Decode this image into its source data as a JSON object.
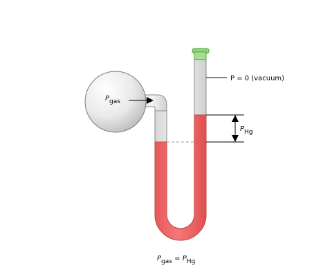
{
  "labels": {
    "vacuum": "P = 0 (vacuum)",
    "pgas": {
      "main": "P",
      "sub": "gas"
    },
    "phg": {
      "main": "P",
      "sub": "Hg"
    },
    "equation": {
      "lhs_main": "P",
      "lhs_sub": "gas",
      "equals": " = ",
      "rhs_main": "P",
      "rhs_sub": "Hg"
    }
  },
  "colors": {
    "mercury": "#f06464",
    "mercury_edge": "#c84848",
    "glass": "#e6e6e6",
    "glass_edge": "#808080",
    "cap": "#77cc66"
  }
}
